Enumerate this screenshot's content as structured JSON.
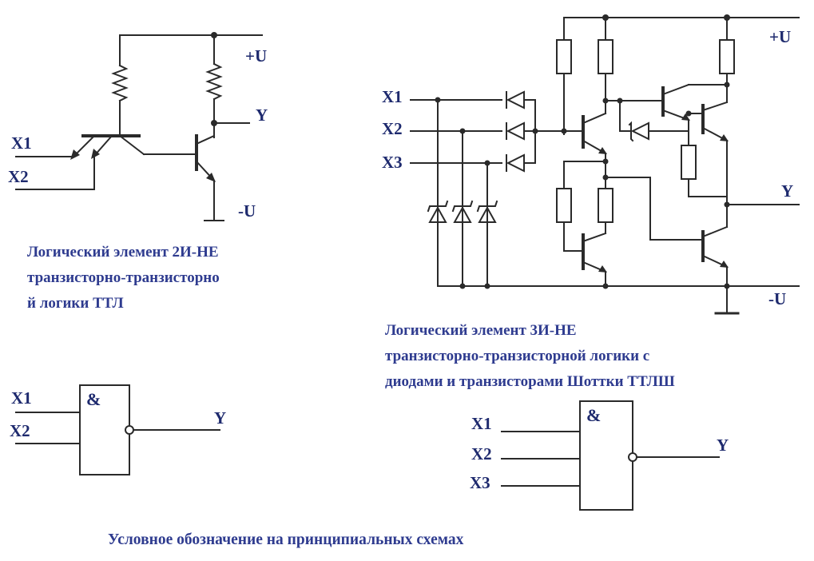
{
  "labels": {
    "plus_u": "+U",
    "minus_u": "-U",
    "y": "Y",
    "x1": "X1",
    "x2": "X2",
    "x3": "X3",
    "and_symbol": "&"
  },
  "captions": {
    "ttl_2nand_line1": "Логический элемент 2И-НЕ",
    "ttl_2nand_line2": "транзисторно-транзисторно",
    "ttl_2nand_line3": "й логики ТТЛ",
    "ttlsh_3nand_line1": "Логический элемент 3И-НЕ",
    "ttlsh_3nand_line2": "транзисторно-транзисторной логики с",
    "ttlsh_3nand_line3": "диодами и транзисторами Шоттки ТТЛШ",
    "symbol_note": "Условное обозначение на принципиальных схемах"
  },
  "colors": {
    "wire": "#2a2a2a",
    "label_text": "#1e2a6e",
    "caption_text": "#2e3b8f",
    "background": "#ffffff"
  }
}
